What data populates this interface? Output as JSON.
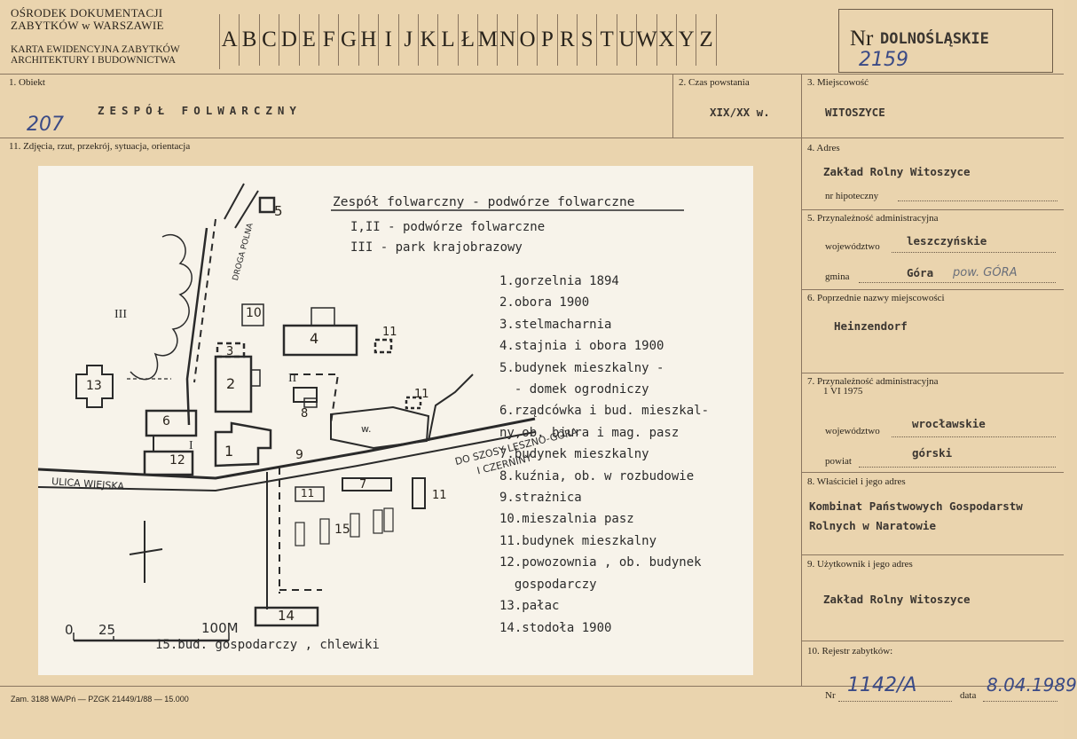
{
  "header": {
    "institution_line1": "OŚRODEK DOKUMENTACJI",
    "institution_line2": "ZABYTKÓW w WARSZAWIE",
    "card_line1": "KARTA EWIDENCYJNA ZABYTKÓW",
    "card_line2": "ARCHITEKTURY I BUDOWNICTWA",
    "letters": [
      "A",
      "B",
      "C",
      "D",
      "E",
      "F",
      "G",
      "H",
      "I",
      "J",
      "K",
      "L",
      "Ł",
      "M",
      "N",
      "O",
      "P",
      "R",
      "S",
      "T",
      "U",
      "W",
      "X",
      "Y",
      "Z"
    ],
    "nr_label": "Nr",
    "region": "DOLNOŚLĄSKIE",
    "handwritten_nr": "2159"
  },
  "fields": {
    "obiekt_label": "1. Obiekt",
    "obiekt_value": "ZESPÓŁ  FOLWARCZNY",
    "obiekt_hand": "207",
    "czas_label": "2. Czas powstania",
    "czas_value": "XIX/XX w.",
    "miejscowosc_label": "3. Miejscowość",
    "miejscowosc_value": "WITOSZYCE",
    "zdjecia_label": "11. Zdjęcia, rzut, przekrój, sytuacja, orientacja",
    "adres_label": "4. Adres",
    "adres_value": "Zakład Rolny Witoszyce",
    "hipoteczny_label": "nr hipoteczny",
    "przyn_label": "5. Przynależność administracyjna",
    "wojewodztwo_label": "województwo",
    "wojewodztwo_value": "leszczyńskie",
    "gmina_label": "gmina",
    "gmina_value": "Góra",
    "gmina_hand": "pow. GÓRA",
    "poprzednie_label": "6. Poprzednie nazwy miejscowości",
    "poprzednie_value": "Heinzendorf",
    "przyn1975_label": "7. Przynależność administracyjna",
    "przyn1975_sub": "1 VI 1975",
    "woj1975_label": "województwo",
    "woj1975_value": "wrocławskie",
    "powiat_label": "powiat",
    "powiat_value": "górski",
    "wlasciciel_label": "8. Właściciel i jego adres",
    "wlasciciel_line1": "Kombinat Państwowych Gospodarstw",
    "wlasciciel_line2": "Rolnych w Naratowie",
    "uzytkownik_label": "9. Użytkownik i jego adres",
    "uzytkownik_value": "Zakład Rolny Witoszyce",
    "rejestr_label": "10. Rejestr zabytków:",
    "rejestr_nr_label": "Nr",
    "rejestr_nr_hand": "1142/A",
    "data_label": "data",
    "data_hand": "8.04.1989",
    "footer": "Zam. 3188 WA/Pń — PZGK 21449/1/88 — 15.000"
  },
  "plan": {
    "title": "Zespół folwarczny - podwórze folwarczne",
    "sub1": "I,II - podwórze folwarczne",
    "sub2": "III  - park krajobrazowy",
    "legend": [
      "1.gorzelnia 1894",
      "2.obora 1900",
      "3.stelmacharnia",
      "4.stajnia i obora 1900",
      "5.budynek mieszkalny -",
      "  - domek ogrodniczy",
      "6.rządcówka i bud. mieszkal-",
      "ny,ob. biura i mag. pasz",
      "7.budynek mieszkalny",
      "8.kuźnia, ob. w rozbudowie",
      "9.strażnica",
      "10.mieszalnia pasz",
      "11.budynek mieszkalny",
      "12.powozownia , ob. budynek",
      "  gospodarczy",
      "13.pałac",
      "14.stodoła 1900"
    ],
    "legend15": "15.bud. gospodarczy , chlewiki",
    "road_label": "ULICA WIEJSKA",
    "road_to1": "DO SZOSY LESZNO-GÓRA",
    "road_to2": "I CZERNINY",
    "droga_label": "DROGA POLNA",
    "scale_0": "0",
    "scale_25": "25",
    "scale_100": "100M",
    "zone1": "I",
    "zone2": "II",
    "zone3": "III",
    "w_label": "w."
  }
}
